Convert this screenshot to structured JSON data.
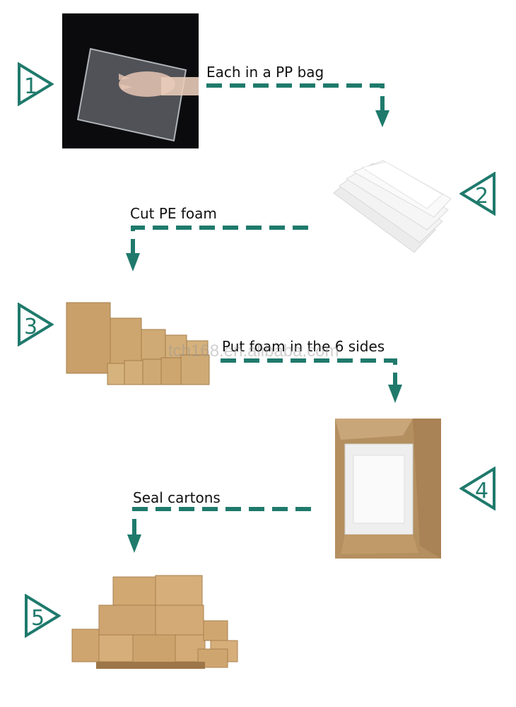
{
  "accent_color": "#1f7a6c",
  "steps": [
    {
      "number": "1",
      "caption": "Each in a PP bag",
      "image": "pp-bag-photo"
    },
    {
      "number": "2",
      "caption": "Cut PE foam",
      "image": "pe-foam-photo"
    },
    {
      "number": "3",
      "caption": "Put foam in the 6 sides",
      "image": "carton-boxes-photo"
    },
    {
      "number": "4",
      "caption": "Seal cartons",
      "image": "foam-in-box-photo"
    },
    {
      "number": "5",
      "caption": "",
      "image": "pallet-cartons-photo"
    }
  ],
  "watermark": "tch168.en.alibaba.com"
}
